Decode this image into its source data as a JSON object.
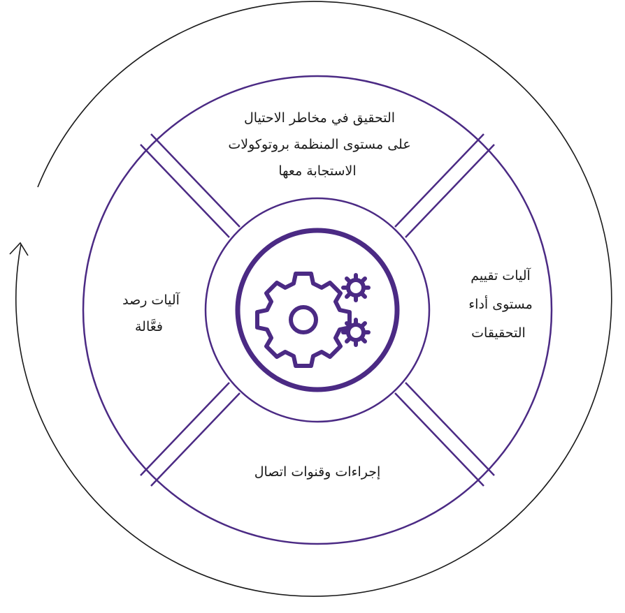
{
  "colors": {
    "accent": "#4b2a84",
    "outer_cycle": "#1a1a1a",
    "text": "#1a1a1a",
    "background": "#ffffff"
  },
  "center": {
    "icon": "gears-icon"
  },
  "segments": {
    "top": {
      "lines": [
        "التحقيق في مخاطر الاحتيال",
        "على مستوى المنظمة بروتوكولات",
        "الاستجابة معها"
      ]
    },
    "right": {
      "lines": [
        "آليات تقييم",
        "مستوى أداء",
        "التحقيقات"
      ]
    },
    "bottom": {
      "lines": [
        "إجراءات وقنوات اتصال"
      ]
    },
    "left": {
      "lines": [
        "آليات رصد",
        "فعَّالة"
      ]
    }
  },
  "cycle": {
    "icon": "cycle-arrow-icon"
  }
}
